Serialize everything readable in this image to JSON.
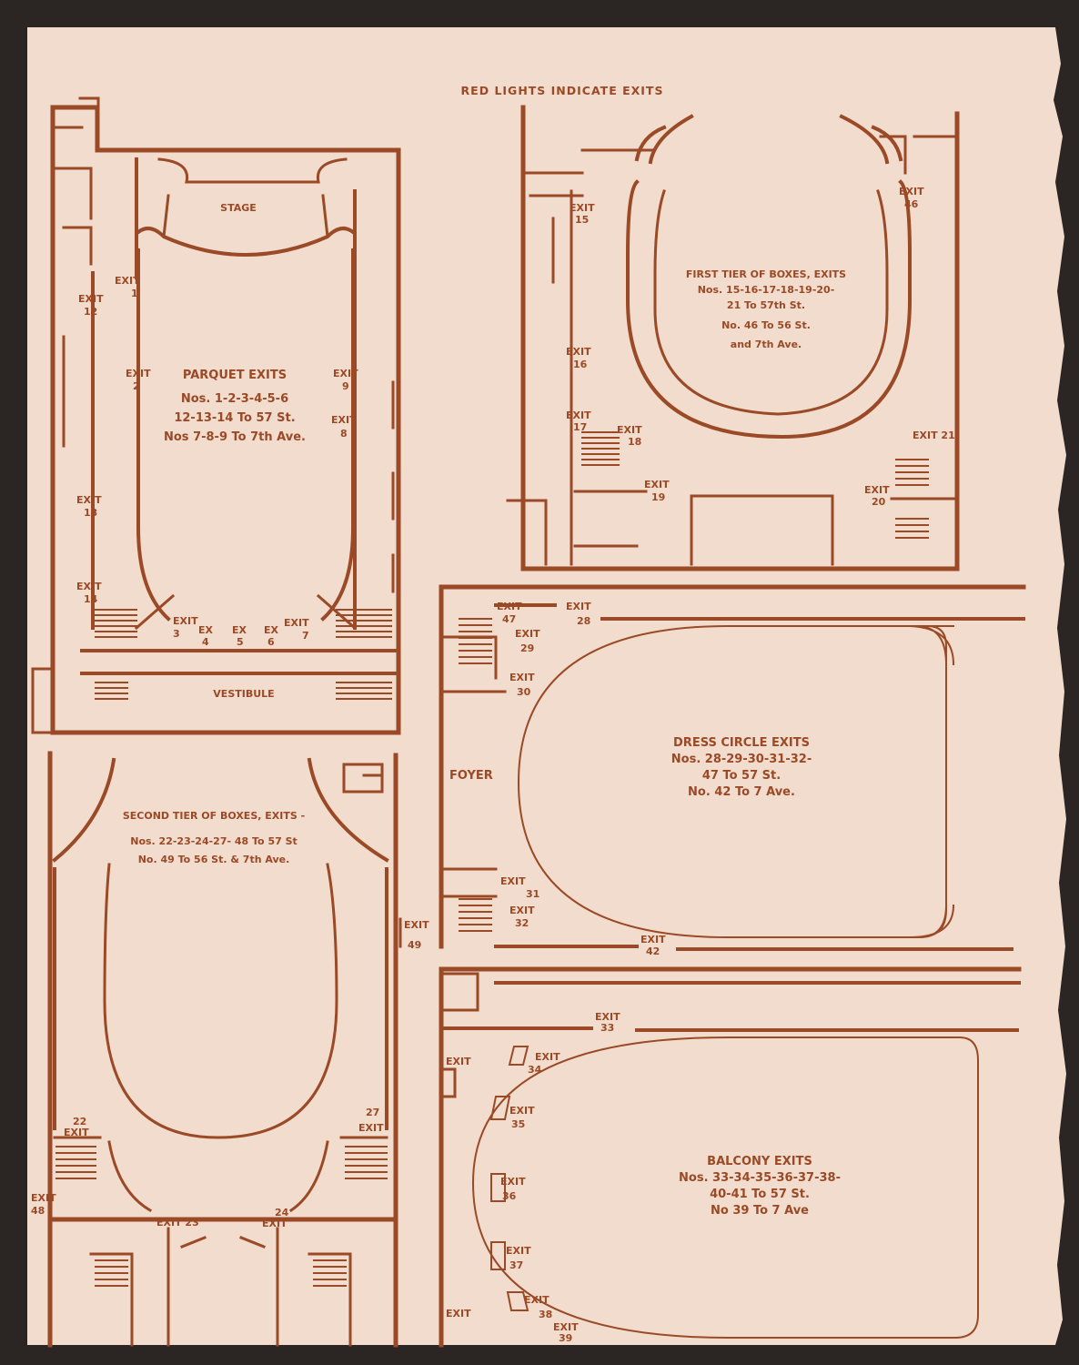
{
  "header": "RED LIGHTS INDICATE EXITS",
  "colors": {
    "ink": "#9a4a26",
    "paper": "#f2dccd",
    "background": "#2b2523"
  },
  "parquet": {
    "stage": "STAGE",
    "vestibule": "VESTIBULE",
    "title": "PARQUET EXITS",
    "line1": "Nos. 1-2-3-4-5-6",
    "line2": "12-13-14 To 57 St.",
    "line3": "Nos 7-8-9 To 7th Ave.",
    "exits": [
      {
        "label": "EXIT",
        "num": "1"
      },
      {
        "label": "EXIT",
        "num": "2"
      },
      {
        "label": "EXIT",
        "num": "12"
      },
      {
        "label": "EXIT",
        "num": "13"
      },
      {
        "label": "EXIT",
        "num": "14"
      },
      {
        "label": "EXIT",
        "num": "9"
      },
      {
        "label": "EXIT",
        "num": "8"
      },
      {
        "label": "EXIT",
        "num": "3"
      },
      {
        "label": "EX",
        "num": "4"
      },
      {
        "label": "EX",
        "num": "5"
      },
      {
        "label": "EX",
        "num": "6"
      },
      {
        "label": "EXIT",
        "num": "7"
      }
    ]
  },
  "first_tier": {
    "title": "FIRST TIER OF BOXES, EXITS",
    "line1": "Nos. 15-16-17-18-19-20-",
    "line2": "21 To 57th St.",
    "line3": "No. 46 To 56 St.",
    "line4": "and 7th Ave.",
    "exits": [
      {
        "label": "EXIT",
        "num": "15"
      },
      {
        "label": "EXIT",
        "num": "16"
      },
      {
        "label": "EXIT",
        "num": "17"
      },
      {
        "label": "EXIT",
        "num": "18"
      },
      {
        "label": "EXIT",
        "num": "19"
      },
      {
        "label": "EXIT",
        "num": "20"
      },
      {
        "label": "EXIT 21",
        "num": ""
      },
      {
        "label": "EXIT",
        "num": "46"
      }
    ]
  },
  "dress_circle": {
    "foyer": "FOYER",
    "title": "DRESS CIRCLE EXITS",
    "line1": "Nos. 28-29-30-31-32-",
    "line2": "47 To 57 St.",
    "line3": "No. 42 To 7 Ave.",
    "exits": [
      {
        "label": "EXIT",
        "num": "47"
      },
      {
        "label": "EXIT",
        "num": "28"
      },
      {
        "label": "EXIT",
        "num": "29"
      },
      {
        "label": "EXIT",
        "num": "30"
      },
      {
        "label": "EXIT",
        "num": "31"
      },
      {
        "label": "EXIT",
        "num": "32"
      },
      {
        "label": "EXIT",
        "num": "42"
      }
    ]
  },
  "second_tier": {
    "title": "SECOND TIER OF BOXES, EXITS -",
    "line1": "Nos. 22-23-24-27- 48 To 57 St",
    "line2": "No. 49 To 56 St. & 7th Ave.",
    "exits": [
      {
        "label": "EXIT",
        "num": "49"
      },
      {
        "label": "EXIT",
        "num": "22"
      },
      {
        "label": "EXIT",
        "num": "27"
      },
      {
        "label": "EXIT",
        "num": "48"
      },
      {
        "label": "EXIT 23",
        "num": ""
      },
      {
        "label": "EXIT",
        "num": "24"
      }
    ]
  },
  "balcony": {
    "title": "BALCONY EXITS",
    "line1": "Nos. 33-34-35-36-37-38-",
    "line2": "40-41 To 57 St.",
    "line3": "No 39 To 7 Ave",
    "exits": [
      {
        "label": "EXIT",
        "num": "33"
      },
      {
        "label": "EXIT",
        "num": "34"
      },
      {
        "label": "EXIT",
        "num": "35"
      },
      {
        "label": "EXIT",
        "num": "36"
      },
      {
        "label": "EXIT",
        "num": "37"
      },
      {
        "label": "EXIT",
        "num": "38"
      },
      {
        "label": "EXIT",
        "num": "39"
      },
      {
        "label": "EXIT",
        "num": ""
      },
      {
        "label": "EXIT",
        "num": ""
      }
    ]
  }
}
